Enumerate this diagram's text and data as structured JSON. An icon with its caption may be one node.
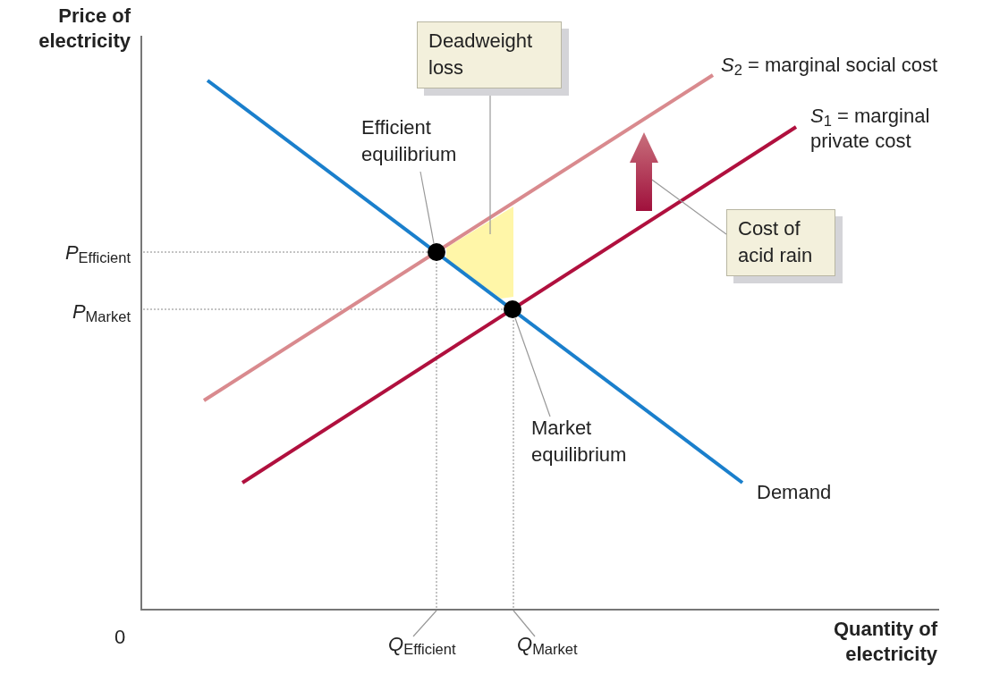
{
  "diagram": {
    "nodes": [
      {
        "text": [
          "Deadweight loss"
        ]
      },
      {
        "text": [],
        "shape": "triangle"
      },
      {
        "text": [
          "Efficient equilibrium"
        ]
      },
      {
        "text": [],
        "shape": "circle"
      },
      {
        "text": [
          "Market equilibrium"
        ]
      },
      {
        "text": [],
        "shape": "circle"
      },
      {
        "text": [
          "Cost of acid rain"
        ]
      },
      {
        "text": [],
        "shape": "arrow"
      },
      {
        "text": [
          "*Q*$_{Efficient}$"
        ]
      },
      {
        "text": [
          "*Q*$_{Market}$"
        ]
      }
    ],
    "edges": [
      {
        "from": 0,
        "to": 1,
        "arrow": "none"
      },
      {
        "from": 2,
        "to": 3,
        "arrow": "none"
      },
      {
        "from": 4,
        "to": 5,
        "arrow": "none"
      },
      {
        "from": 6,
        "to": 7,
        "arrow": "none"
      },
      {
        "from": 8,
        "to": null,
        "arrow": "none"
      },
      {
        "from": 9,
        "to": null,
        "arrow": "none"
      }
    ],
    "labels": [
      "Price of electricity",
      "*S*$_{2}$ = marginal social cost",
      "*S*$_{1}$ = marginal private cost",
      "*P*$_{Efficient}$",
      "*P*$_{Market}$",
      "Demand",
      "0",
      "Quantity of electricity"
    ]
  }
}
